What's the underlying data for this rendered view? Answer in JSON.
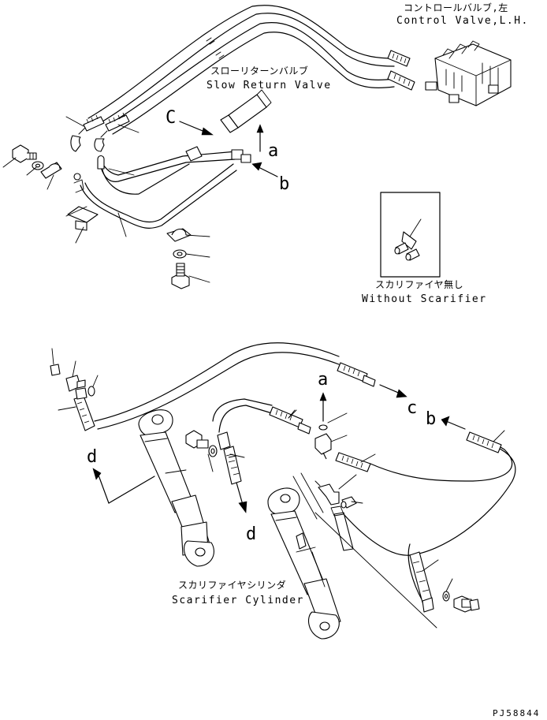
{
  "labels": {
    "control_valve_jp": "コントロールバルブ,左",
    "control_valve_en": "Control Valve,L.H.",
    "slow_return_jp": "スローリターンバルブ",
    "slow_return_en": "Slow Return Valve",
    "without_scarifier_jp": "スカリファイヤ無し",
    "without_scarifier_en": "Without Scarifier",
    "scarifier_cyl_jp": "スカリファイヤシリンダ",
    "scarifier_cyl_en": "Scarifier Cylinder",
    "drawing_code": "PJ58844"
  },
  "refs": {
    "a_top": "a",
    "b_top": "b",
    "c_top": "C",
    "a_bottom": "a",
    "c_bottom": "c",
    "b_bottom": "b",
    "d_left": "d",
    "d_center": "d"
  }
}
